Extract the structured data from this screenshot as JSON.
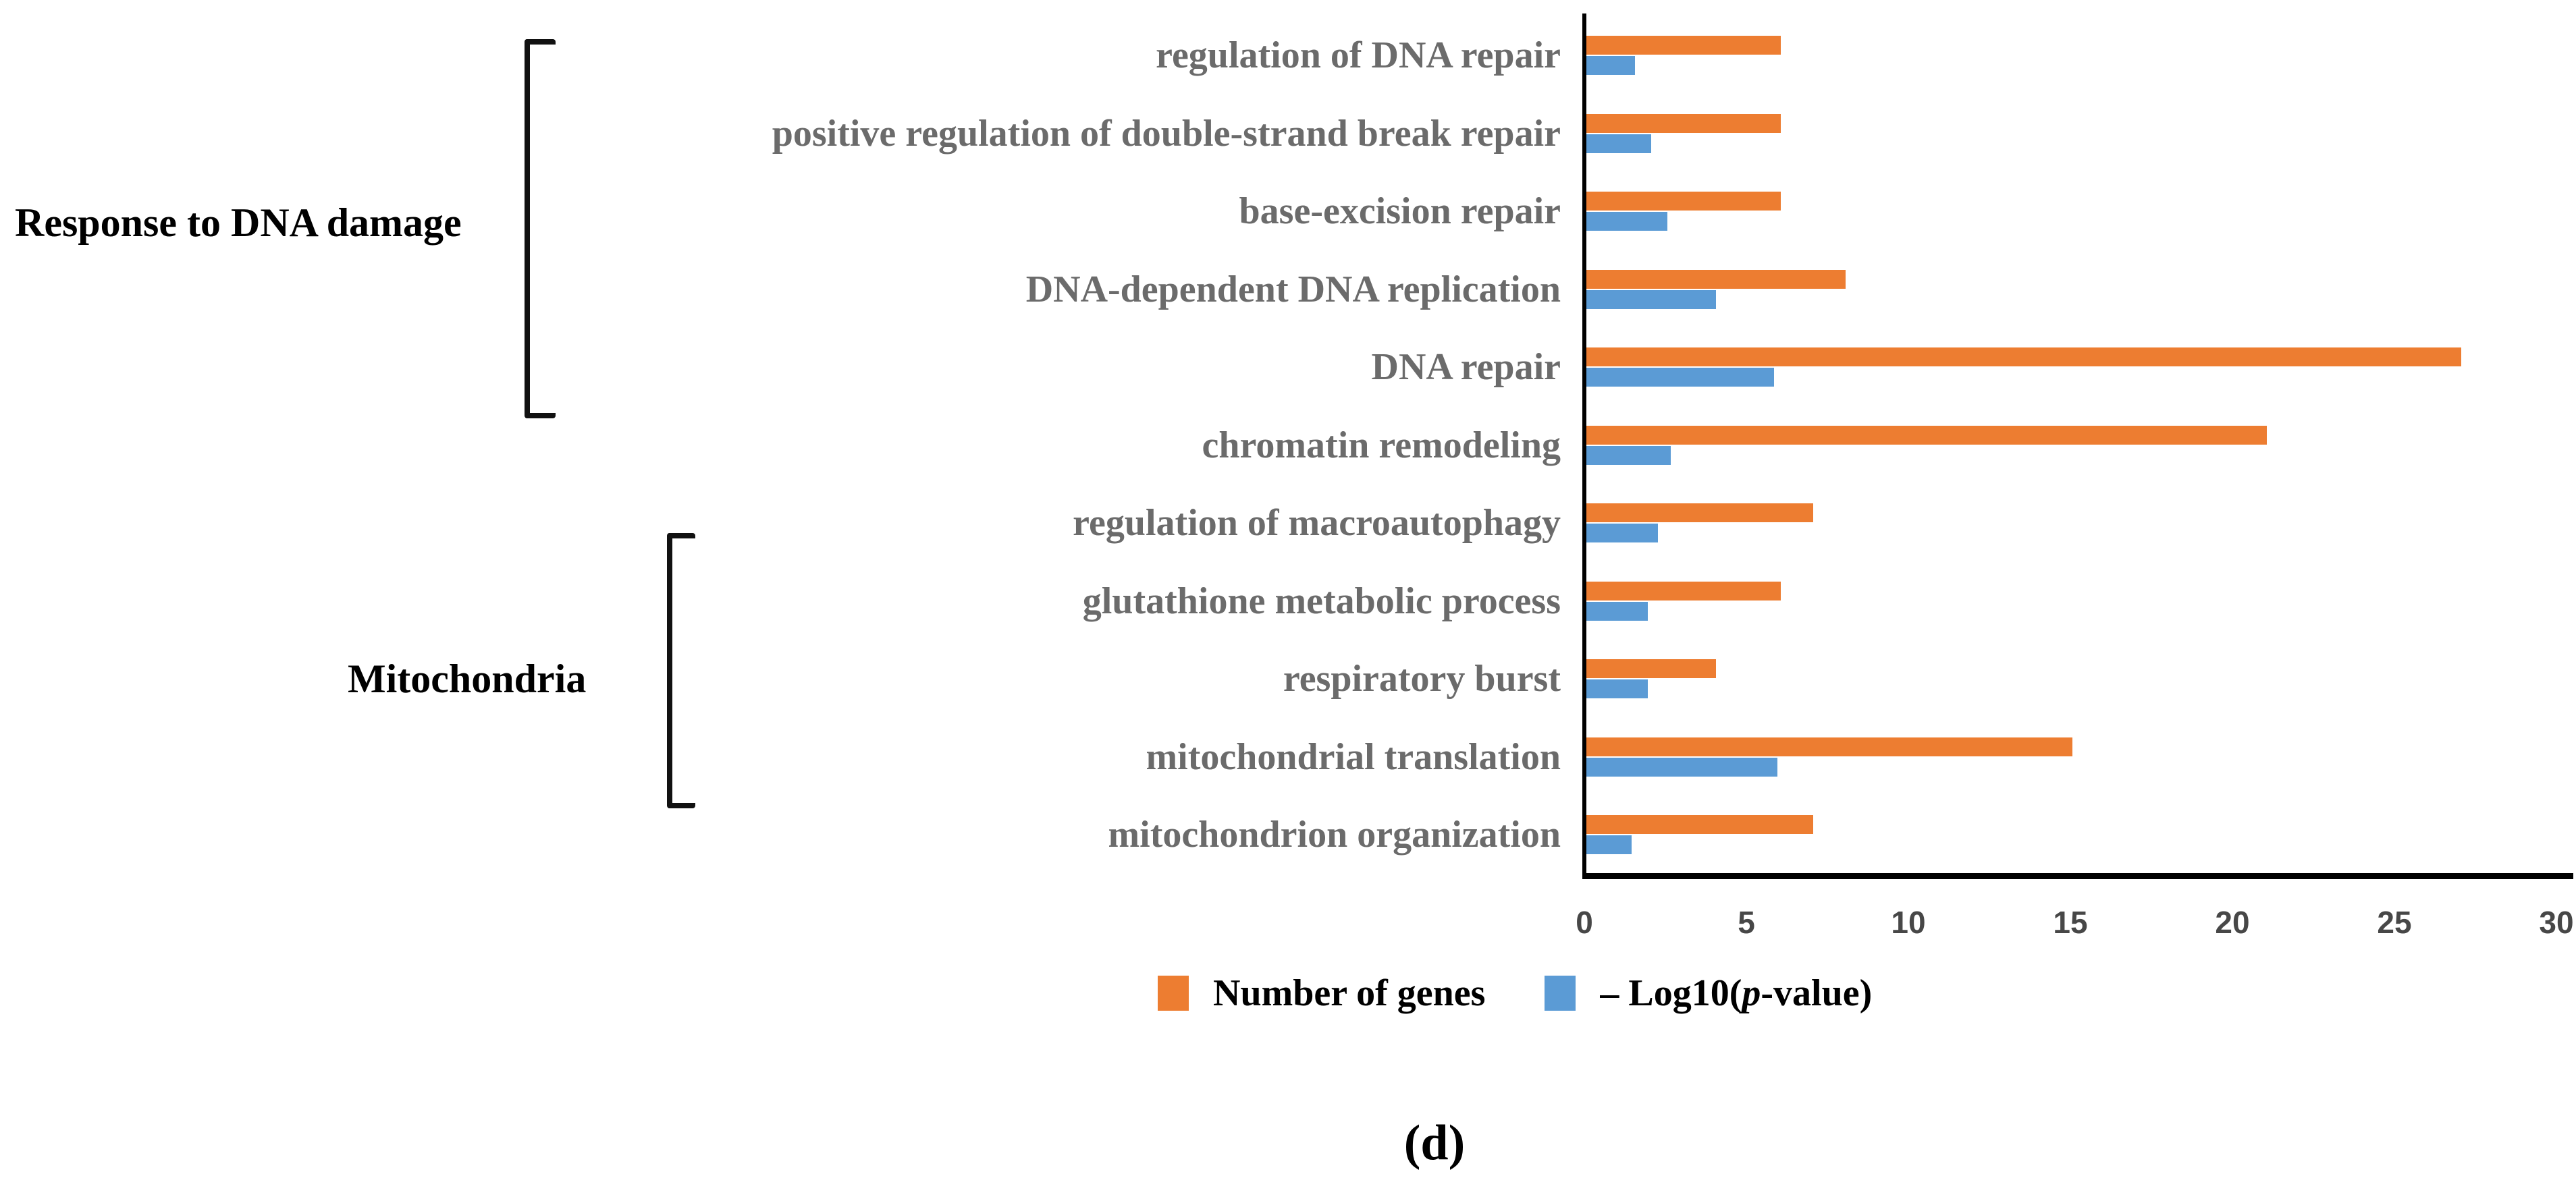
{
  "figure": {
    "caption": "(d)",
    "groups": [
      {
        "label": "Response to DNA damage",
        "covers_rows": [
          1,
          5
        ]
      },
      {
        "label": "Mitochondria",
        "covers_rows": [
          7,
          10
        ]
      }
    ],
    "legend": {
      "genes_label": "Number of genes",
      "pvalue_prefix": "– Log10(",
      "pvalue_italic": "p",
      "pvalue_suffix": "-value)"
    }
  },
  "chart_data": {
    "type": "bar",
    "orientation": "horizontal",
    "title": "",
    "xlabel": "",
    "ylabel": "",
    "categories": [
      "regulation of DNA repair",
      "positive regulation of double-strand break repair",
      "base-excision repair",
      "DNA-dependent DNA replication",
      "DNA repair",
      "chromatin remodeling",
      "regulation of macroautophagy",
      "glutathione metabolic process",
      "respiratory burst",
      "mitochondrial translation",
      "mitochondrion organization"
    ],
    "series": [
      {
        "name": "Number of genes",
        "color": "#ED7D31",
        "values": [
          6,
          6,
          6,
          8,
          27,
          21,
          7,
          6,
          4,
          15,
          7
        ]
      },
      {
        "name": "– Log10(p-value)",
        "color": "#5B9BD5",
        "values": [
          1.5,
          2.0,
          2.5,
          4.0,
          5.8,
          2.6,
          2.2,
          1.9,
          1.9,
          5.9,
          1.4
        ]
      }
    ],
    "xlim": [
      0,
      30
    ],
    "xticks": [
      0,
      5,
      10,
      15,
      20,
      25,
      30
    ],
    "grid": false,
    "legend_position": "bottom"
  }
}
